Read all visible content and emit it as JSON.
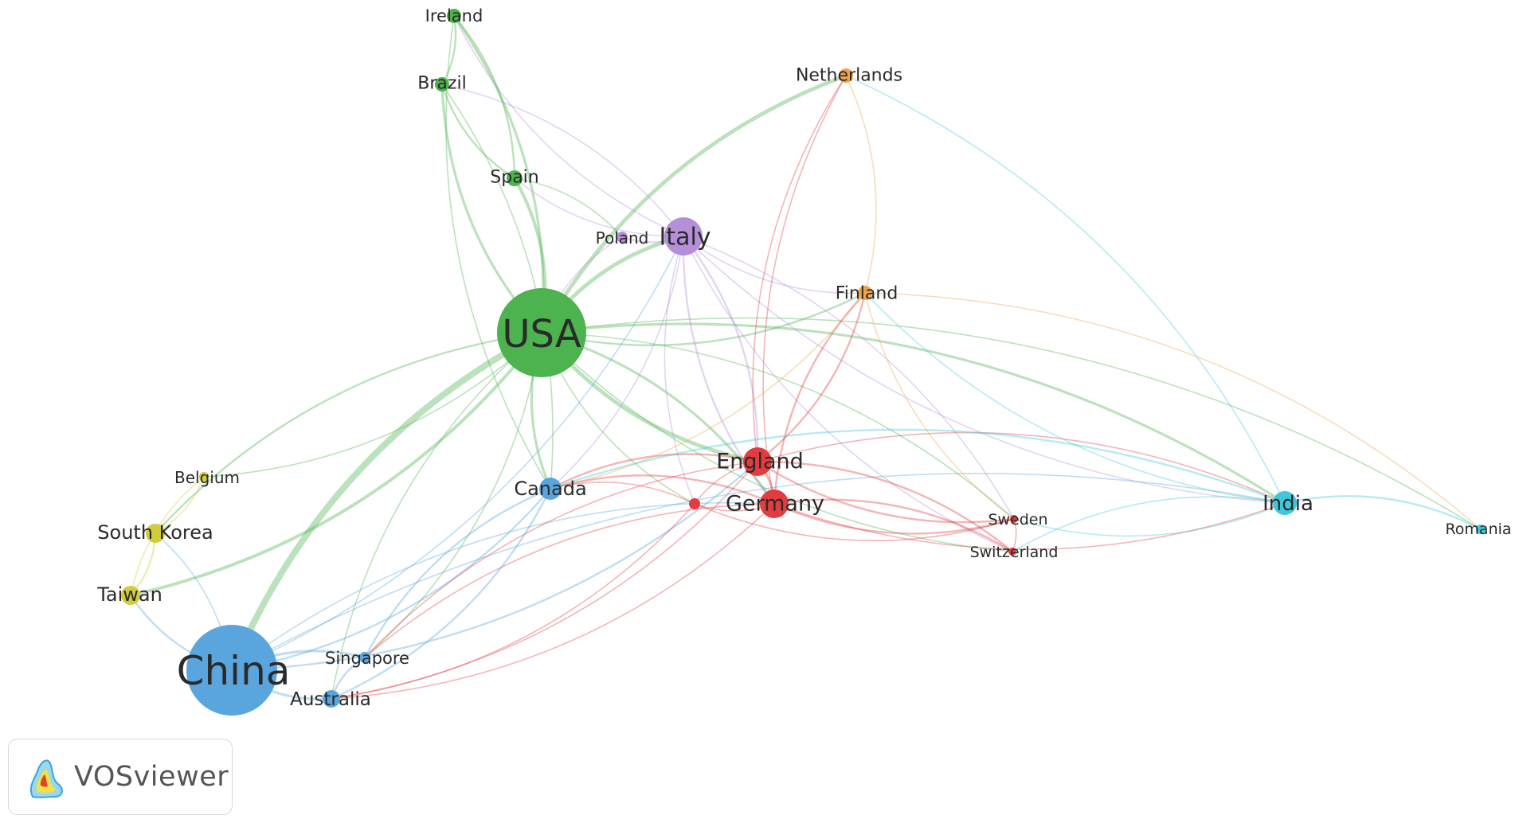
{
  "app": {
    "logo_text": "VOSviewer"
  },
  "colors": {
    "green": "#4cb34e",
    "blue": "#5aa5dd",
    "red": "#e23c41",
    "purple": "#b68fd9",
    "yellow": "#cfcc3d",
    "orange": "#f0a34a",
    "cyan": "#3fc8dc"
  },
  "network": {
    "nodes": [
      {
        "id": "usa",
        "label": "USA",
        "cluster": "green",
        "size": 56
      },
      {
        "id": "china",
        "label": "China",
        "cluster": "blue",
        "size": 57
      },
      {
        "id": "italy",
        "label": "Italy",
        "cluster": "purple",
        "size": 24
      },
      {
        "id": "england",
        "label": "England",
        "cluster": "red",
        "size": 18
      },
      {
        "id": "germany",
        "label": "Germany",
        "cluster": "red",
        "size": 18
      },
      {
        "id": "india",
        "label": "India",
        "cluster": "cyan",
        "size": 15
      },
      {
        "id": "canada",
        "label": "Canada",
        "cluster": "blue",
        "size": 14
      },
      {
        "id": "australia",
        "label": "Australia",
        "cluster": "blue",
        "size": 11
      },
      {
        "id": "singapore",
        "label": "Singapore",
        "cluster": "blue",
        "size": 7
      },
      {
        "id": "southkorea",
        "label": "South Korea",
        "cluster": "yellow",
        "size": 12
      },
      {
        "id": "taiwan",
        "label": "Taiwan",
        "cluster": "yellow",
        "size": 12
      },
      {
        "id": "belgium",
        "label": "Belgium",
        "cluster": "yellow",
        "size": 6
      },
      {
        "id": "spain",
        "label": "Spain",
        "cluster": "green",
        "size": 10
      },
      {
        "id": "brazil",
        "label": "Brazil",
        "cluster": "green",
        "size": 9
      },
      {
        "id": "ireland",
        "label": "Ireland",
        "cluster": "green",
        "size": 9
      },
      {
        "id": "poland",
        "label": "Poland",
        "cluster": "purple",
        "size": 7
      },
      {
        "id": "netherlands",
        "label": "Netherlands",
        "cluster": "orange",
        "size": 9
      },
      {
        "id": "finland",
        "label": "Finland",
        "cluster": "orange",
        "size": 9
      },
      {
        "id": "sweden",
        "label": "Sweden",
        "cluster": "red",
        "size": 5
      },
      {
        "id": "switzerland",
        "label": "Switzerland",
        "cluster": "red",
        "size": 5
      },
      {
        "id": "romania",
        "label": "Romania",
        "cluster": "cyan",
        "size": 6
      },
      {
        "id": "unlabeled-red",
        "label": "",
        "cluster": "red",
        "size": 7
      }
    ],
    "links": [
      {
        "source": "usa",
        "target": "china",
        "strength": 5
      },
      {
        "source": "usa",
        "target": "italy",
        "strength": 3
      },
      {
        "source": "usa",
        "target": "england",
        "strength": 3
      },
      {
        "source": "usa",
        "target": "netherlands",
        "strength": 3
      },
      {
        "source": "usa",
        "target": "spain",
        "strength": 2.5
      },
      {
        "source": "usa",
        "target": "brazil",
        "strength": 2
      },
      {
        "source": "usa",
        "target": "ireland",
        "strength": 2
      },
      {
        "source": "usa",
        "target": "taiwan",
        "strength": 2.5
      },
      {
        "source": "usa",
        "target": "southkorea",
        "strength": 1.5
      },
      {
        "source": "usa",
        "target": "belgium",
        "strength": 1
      },
      {
        "source": "usa",
        "target": "canada",
        "strength": 2
      },
      {
        "source": "usa",
        "target": "india",
        "strength": 2
      },
      {
        "source": "usa",
        "target": "finland",
        "strength": 1.5
      },
      {
        "source": "usa",
        "target": "germany",
        "strength": 2
      },
      {
        "source": "usa",
        "target": "australia",
        "strength": 1
      },
      {
        "source": "usa",
        "target": "singapore",
        "strength": 1
      },
      {
        "source": "usa",
        "target": "switzerland",
        "strength": 1
      },
      {
        "source": "usa",
        "target": "sweden",
        "strength": 1
      },
      {
        "source": "usa",
        "target": "unlabeled-red",
        "strength": 1
      },
      {
        "source": "usa",
        "target": "romania",
        "strength": 1
      },
      {
        "source": "china",
        "target": "australia",
        "strength": 2
      },
      {
        "source": "china",
        "target": "singapore",
        "strength": 2
      },
      {
        "source": "china",
        "target": "england",
        "strength": 1.5
      },
      {
        "source": "china",
        "target": "germany",
        "strength": 1
      },
      {
        "source": "china",
        "target": "canada",
        "strength": 1.5
      },
      {
        "source": "china",
        "target": "taiwan",
        "strength": 1.5
      },
      {
        "source": "china",
        "target": "southkorea",
        "strength": 1
      },
      {
        "source": "china",
        "target": "india",
        "strength": 1
      },
      {
        "source": "china",
        "target": "italy",
        "strength": 1
      },
      {
        "source": "italy",
        "target": "england",
        "strength": 1.5
      },
      {
        "source": "italy",
        "target": "germany",
        "strength": 1.5
      },
      {
        "source": "italy",
        "target": "poland",
        "strength": 1.5
      },
      {
        "source": "italy",
        "target": "finland",
        "strength": 1
      },
      {
        "source": "italy",
        "target": "spain",
        "strength": 1
      },
      {
        "source": "italy",
        "target": "india",
        "strength": 1
      },
      {
        "source": "italy",
        "target": "canada",
        "strength": 1
      },
      {
        "source": "italy",
        "target": "unlabeled-red",
        "strength": 1
      },
      {
        "source": "italy",
        "target": "sweden",
        "strength": 1
      },
      {
        "source": "italy",
        "target": "switzerland",
        "strength": 1
      },
      {
        "source": "italy",
        "target": "ireland",
        "strength": 1
      },
      {
        "source": "italy",
        "target": "brazil",
        "strength": 1
      },
      {
        "source": "england",
        "target": "germany",
        "strength": 2
      },
      {
        "source": "england",
        "target": "finland",
        "strength": 1.5
      },
      {
        "source": "england",
        "target": "netherlands",
        "strength": 1
      },
      {
        "source": "england",
        "target": "sweden",
        "strength": 1.5
      },
      {
        "source": "england",
        "target": "switzerland",
        "strength": 1.5
      },
      {
        "source": "england",
        "target": "canada",
        "strength": 1.5
      },
      {
        "source": "england",
        "target": "australia",
        "strength": 1
      },
      {
        "source": "england",
        "target": "singapore",
        "strength": 1
      },
      {
        "source": "england",
        "target": "india",
        "strength": 1
      },
      {
        "source": "england",
        "target": "unlabeled-red",
        "strength": 1
      },
      {
        "source": "germany",
        "target": "finland",
        "strength": 1.5
      },
      {
        "source": "germany",
        "target": "sweden",
        "strength": 1.5
      },
      {
        "source": "germany",
        "target": "switzerland",
        "strength": 1.5
      },
      {
        "source": "germany",
        "target": "canada",
        "strength": 1.5
      },
      {
        "source": "germany",
        "target": "australia",
        "strength": 1
      },
      {
        "source": "germany",
        "target": "singapore",
        "strength": 1
      },
      {
        "source": "germany",
        "target": "netherlands",
        "strength": 1
      },
      {
        "source": "germany",
        "target": "india",
        "strength": 1
      },
      {
        "source": "germany",
        "target": "unlabeled-red",
        "strength": 1
      },
      {
        "source": "unlabeled-red",
        "target": "canada",
        "strength": 1
      },
      {
        "source": "unlabeled-red",
        "target": "australia",
        "strength": 1
      },
      {
        "source": "unlabeled-red",
        "target": "sweden",
        "strength": 1
      },
      {
        "source": "india",
        "target": "romania",
        "strength": 1.5
      },
      {
        "source": "india",
        "target": "canada",
        "strength": 1.5
      },
      {
        "source": "india",
        "target": "finland",
        "strength": 1
      },
      {
        "source": "india",
        "target": "switzerland",
        "strength": 1
      },
      {
        "source": "india",
        "target": "sweden",
        "strength": 1
      },
      {
        "source": "india",
        "target": "netherlands",
        "strength": 1
      },
      {
        "source": "finland",
        "target": "romania",
        "strength": 1
      },
      {
        "source": "finland",
        "target": "netherlands",
        "strength": 1
      },
      {
        "source": "finland",
        "target": "canada",
        "strength": 1
      },
      {
        "source": "finland",
        "target": "sweden",
        "strength": 1
      },
      {
        "source": "spain",
        "target": "brazil",
        "strength": 1.5
      },
      {
        "source": "spain",
        "target": "ireland",
        "strength": 1.5
      },
      {
        "source": "spain",
        "target": "poland",
        "strength": 1
      },
      {
        "source": "brazil",
        "target": "ireland",
        "strength": 1.5
      },
      {
        "source": "brazil",
        "target": "canada",
        "strength": 1
      },
      {
        "source": "ireland",
        "target": "canada",
        "strength": 1
      },
      {
        "source": "canada",
        "target": "australia",
        "strength": 1.5
      },
      {
        "source": "canada",
        "target": "singapore",
        "strength": 1.5
      },
      {
        "source": "australia",
        "target": "singapore",
        "strength": 1.5
      },
      {
        "source": "taiwan",
        "target": "southkorea",
        "strength": 1.5
      },
      {
        "source": "taiwan",
        "target": "belgium",
        "strength": 1
      },
      {
        "source": "southkorea",
        "target": "belgium",
        "strength": 1
      },
      {
        "source": "sweden",
        "target": "switzerland",
        "strength": 1
      },
      {
        "source": "poland",
        "target": "usa",
        "strength": 1
      }
    ]
  }
}
